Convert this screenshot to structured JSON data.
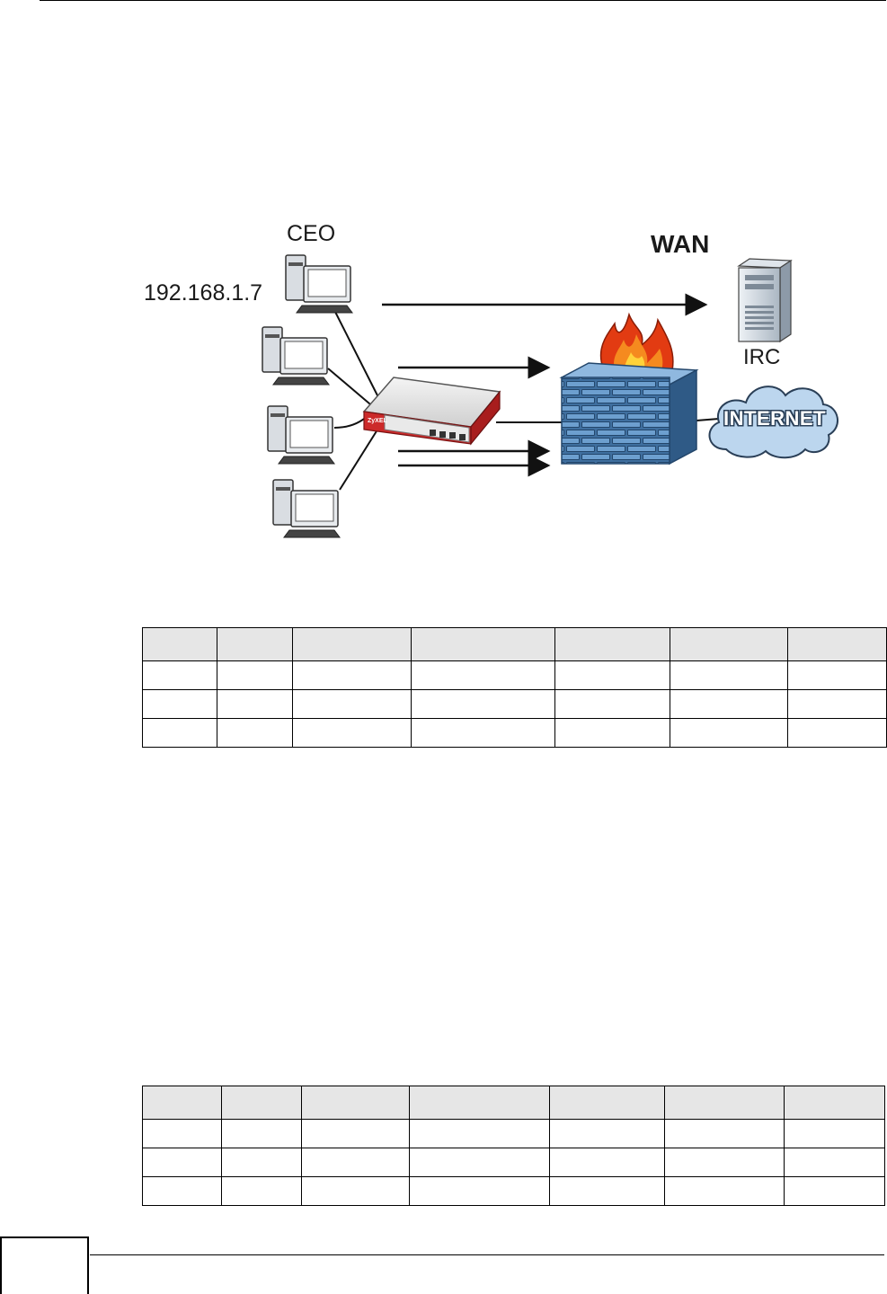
{
  "diagram": {
    "labels": {
      "ceo": "CEO",
      "ceo_ip": "192.168.1.7",
      "wan": "WAN",
      "irc": "IRC",
      "internet": "INTERNET"
    }
  },
  "table1": {
    "columns": 7,
    "header_row": [
      "",
      "",
      "",
      "",
      "",
      "",
      ""
    ],
    "rows": [
      [
        "",
        "",
        "",
        "",
        "",
        "",
        ""
      ],
      [
        "",
        "",
        "",
        "",
        "",
        "",
        ""
      ],
      [
        "",
        "",
        "",
        "",
        "",
        "",
        ""
      ]
    ]
  },
  "table2": {
    "columns": 7,
    "header_row": [
      "",
      "",
      "",
      "",
      "",
      "",
      ""
    ],
    "rows": [
      [
        "",
        "",
        "",
        "",
        "",
        "",
        ""
      ],
      [
        "",
        "",
        "",
        "",
        "",
        "",
        ""
      ],
      [
        "",
        "",
        "",
        "",
        "",
        "",
        ""
      ]
    ]
  },
  "footer": {
    "page_number": ""
  }
}
